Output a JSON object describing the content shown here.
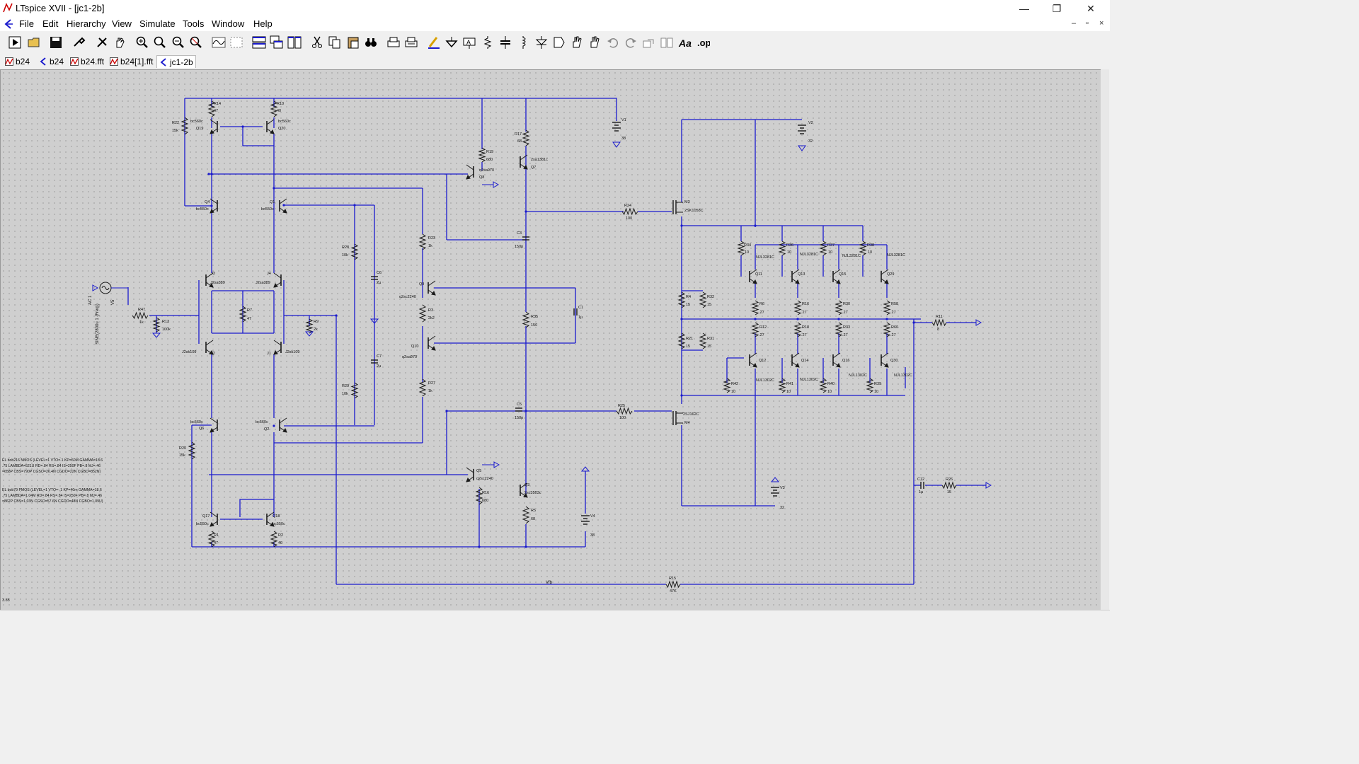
{
  "window": {
    "title": "LTspice XVII - [jc1-2b]"
  },
  "window_controls": {
    "minimize": "—",
    "restore": "❐",
    "close": "✕"
  },
  "menu": [
    "File",
    "Edit",
    "Hierarchy",
    "View",
    "Simulate",
    "Tools",
    "Window",
    "Help"
  ],
  "mdi_controls": {
    "minimize": "–",
    "restore": "▫",
    "close": "×"
  },
  "toolbar_icons": [
    "run-icon",
    "open-icon",
    "save-icon",
    "control-panel-icon",
    "halt-icon",
    "pan-icon",
    "zoom-in-icon",
    "zoom-area-icon",
    "zoom-out-icon",
    "zoom-fit-icon",
    "waveform-icon",
    "grid-icon",
    "tile-horizontal-icon",
    "cascade-icon",
    "tile-vertical-icon",
    "cut-icon",
    "copy-icon",
    "paste-icon",
    "find-icon",
    "print-icon",
    "print-preview-icon",
    "draw-wire-icon",
    "ground-icon",
    "label-net-icon",
    "resistor-icon",
    "capacitor-icon",
    "inductor-icon",
    "diode-icon",
    "component-icon",
    "move-icon",
    "drag-icon",
    "undo-icon",
    "redo-icon",
    "rotate-icon",
    "mirror-icon",
    "text-icon",
    "spice-directive-icon"
  ],
  "tabs": [
    {
      "label": "b24",
      "icon": "waveform-tab-icon",
      "active": false
    },
    {
      "label": "b24",
      "icon": "schematic-tab-icon",
      "active": false
    },
    {
      "label": "b24.fft",
      "icon": "waveform-tab-icon",
      "active": false
    },
    {
      "label": "b24[1].fft",
      "icon": "waveform-tab-icon",
      "active": false
    },
    {
      "label": "jc1-2b",
      "icon": "schematic-tab-icon",
      "active": true
    }
  ],
  "schematic": {
    "colors": {
      "wire": "#1a1acd",
      "component": "#1a1a1a",
      "background": "#cfcfcf"
    },
    "labels": {
      "R14": "R14",
      "R14v": "47",
      "R10": "R10",
      "R10v": "40",
      "R22": "R22",
      "R22v": "15k",
      "Q19m": "bc560c",
      "Q19": "Q19",
      "Q20m": "bc560c",
      "Q20": "Q20",
      "Q4": "Q4",
      "Q4m": "bc550c",
      "Q1": "Q1",
      "Q1m": "bc550c",
      "J3": "J3",
      "J3m": "J2sa389",
      "J4": "J4",
      "J4m": "J2sa389",
      "R7": "R7",
      "R7v": "47",
      "J2": "J2",
      "J2m": "J2sk109",
      "J1": "J1",
      "J1m": "J2sk109",
      "Q6m": "bc560c",
      "Q6": "Q6",
      "Q2m": "bc560c",
      "Q2": "Q2",
      "R20": "R20",
      "R20v": "15k",
      "Q17": "Q17",
      "Q17m": "bc550c",
      "Q18": "Q18",
      "Q18m": "bc550c",
      "R1": "R1",
      "R1v": "47",
      "R2": "R2",
      "R2v": "40",
      "V5": "V5",
      "V5ac": "AC 1",
      "V5sine": "SINE(2800u 1 {Freq})",
      "R47": "R47",
      "R47v": "1k",
      "R13": "R13",
      "R13v": "100k",
      "R9": "R9",
      "R9v": "2k",
      "R28": "R28",
      "R28v": "10k",
      "R29": "R29",
      "R29v": "10k",
      "C6": "C6",
      "C6v": "2µ",
      "C7": "C7",
      "C7v": "2µ",
      "R19": "R19",
      "R19v": "680",
      "Q8m": "q2sa970",
      "Q8": "Q8",
      "R17": "R17",
      "R17v": "68",
      "Q7m": "2sa1381c",
      "Q7": "Q7",
      "C3": "C3",
      "C3v": "150p",
      "R23": "R23",
      "R23v": "1k",
      "Q9": "Q9",
      "Q9m": "q2sc2240",
      "R3": "R3",
      "R3v": "2k2",
      "Q10": "Q10",
      "Q10m": "q2sa970",
      "R27": "R27",
      "R27v": "1k",
      "R35": "R35",
      "R35v": "150",
      "C1": "C1",
      "C1v": "1µ",
      "C5": "C5",
      "C5v": "150p",
      "Q5": "Q5",
      "Q5m": "q2sc2240",
      "R16b": "R16",
      "R16bv": "680",
      "Q3": "Q3",
      "Q3m": "2sc3503c",
      "R5": "R5",
      "R5v": "68",
      "V4": "V4",
      "V4v": "38",
      "V1": "V1",
      "V1v": "38",
      "V2": "V2",
      "V2v": "32",
      "V3": "V3",
      "V3v": "32",
      "R24": "R24",
      "R24v": "100",
      "R25": "R25",
      "R25v": "100",
      "M3": "M3",
      "M3m": "2SK1058C",
      "M4": "M4",
      "M4m": "2SJ162C",
      "R34": "R34",
      "R34v": "10",
      "R36": "R36",
      "R36v": "10",
      "R37": "R37",
      "R37v": "10",
      "R38": "R38",
      "R38v": "10",
      "Q11": "Q11",
      "Q13": "Q13",
      "Q15": "Q15",
      "Q29": "Q29",
      "NJL3281Ca": "NJL3281C",
      "NJL3281Cb": "NJL3281C",
      "NJL3281Cc": "NJL3281C",
      "NJL3281Cd": "NJL3281C",
      "R4": "R4",
      "R4v": "15",
      "R32": "R32",
      "R32v": "15",
      "R21": "R21",
      "R21v": "15",
      "R31": "R31",
      "R31v": "15",
      "R6": "R6",
      "R6v": ".27",
      "R16": "R16",
      "R16v": ".27",
      "R30": "R30",
      "R30v": ".27",
      "R58": "R58",
      "R58v": ".27",
      "R12": "R12",
      "R12v": ".27",
      "R18": "R18",
      "R18v": ".27",
      "R33": "R33",
      "R33v": ".27",
      "R60": "R60",
      "R60v": ".27",
      "Q12": "Q12",
      "Q14": "Q14",
      "Q16": "Q16",
      "Q30": "Q30",
      "NJL1302Ca": "NJL1302C",
      "NJL1302Cb": "NJL1302C",
      "NJL1302Cc": "NJL1302C",
      "NJL1302Cd": "NJL1302C",
      "R42": "R42",
      "R42v": "10",
      "R41": "R41",
      "R41v": "10",
      "R40": "R40",
      "R40v": "10",
      "R39": "R39",
      "R39v": "10",
      "R11": "R11",
      "R11v": "8",
      "C12": "C12",
      "C12v": "1µ",
      "R26": "R26",
      "R26v": "15",
      "R15": "R15",
      "R15v": "47K",
      "Vfb": "Vfb"
    },
    "directives": [
      "EL bob216 NMOS (LEVEL=1 VTO=.1 KP=60M GAMMA=18.6",
      ".75 LAMBDA=521U RD=.84 RS=.84 IS=250F PB=.8 MJ=.46",
      "=658P CBS=790P CGSO=26.4N CGDO=22N CGBO=852N)",
      "EL bob79 PMOS (LEVEL=1 VTO=-.1 KP=40m GAMMA=18.6",
      ".75 LAMBDA=1.04M RD=.84 RS=.84 IS=250F PB=.8 MJ=.46",
      "=862P CBS=1.03N CGSO=57.6N CGDO=48N CGBO=1.09U)"
    ],
    "corner_note": "3.85"
  }
}
